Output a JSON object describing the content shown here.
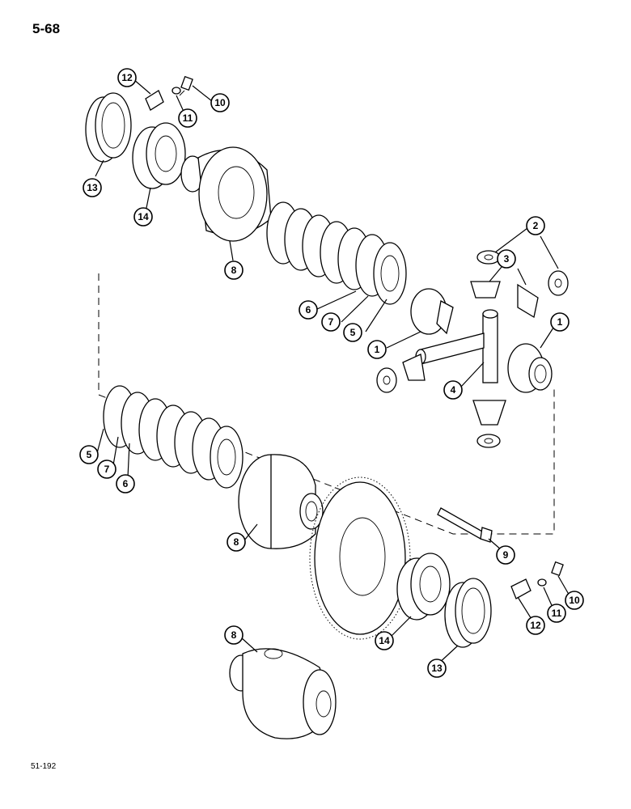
{
  "page": {
    "number": "5-68",
    "figure_code": "51-192"
  },
  "callouts": [
    {
      "id": "c12a",
      "label": "12"
    },
    {
      "id": "c10a",
      "label": "10"
    },
    {
      "id": "c11a",
      "label": "11"
    },
    {
      "id": "c13a",
      "label": "13"
    },
    {
      "id": "c14a",
      "label": "14"
    },
    {
      "id": "c8a",
      "label": "8"
    },
    {
      "id": "c2",
      "label": "2"
    },
    {
      "id": "c3",
      "label": "3"
    },
    {
      "id": "c6a",
      "label": "6"
    },
    {
      "id": "c7a",
      "label": "7"
    },
    {
      "id": "c5a",
      "label": "5"
    },
    {
      "id": "c1a",
      "label": "1"
    },
    {
      "id": "c1b",
      "label": "1"
    },
    {
      "id": "c4",
      "label": "4"
    },
    {
      "id": "c5b",
      "label": "5"
    },
    {
      "id": "c7b",
      "label": "7"
    },
    {
      "id": "c6b",
      "label": "6"
    },
    {
      "id": "c8b",
      "label": "8"
    },
    {
      "id": "c9",
      "label": "9"
    },
    {
      "id": "c10b",
      "label": "10"
    },
    {
      "id": "c11b",
      "label": "11"
    },
    {
      "id": "c12b",
      "label": "12"
    },
    {
      "id": "c14b",
      "label": "14"
    },
    {
      "id": "c13b",
      "label": "13"
    },
    {
      "id": "c8c",
      "label": "8"
    }
  ]
}
